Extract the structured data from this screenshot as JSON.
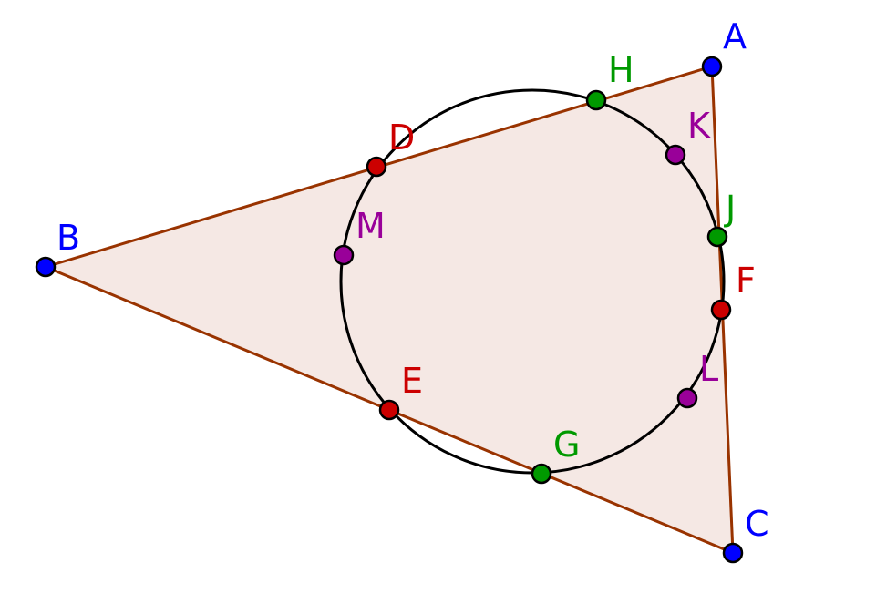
{
  "colors": {
    "vertex": "#0000ff",
    "tangent_point": "#cc0000",
    "intersection_point": "#009900",
    "midpoint": "#990099",
    "triangle_edge": "#993300",
    "triangle_fill": "#f5e8e4",
    "circle": "#000000"
  },
  "figure": {
    "triangle": {
      "vertices": [
        {
          "id": "A",
          "label": "A",
          "role": "vertex"
        },
        {
          "id": "B",
          "label": "B",
          "role": "vertex"
        },
        {
          "id": "C",
          "label": "C",
          "role": "vertex"
        }
      ]
    },
    "circle_points": [
      {
        "id": "D",
        "label": "D",
        "role": "tangent_point"
      },
      {
        "id": "E",
        "label": "E",
        "role": "tangent_point"
      },
      {
        "id": "F",
        "label": "F",
        "role": "tangent_point"
      },
      {
        "id": "G",
        "label": "G",
        "role": "intersection_point"
      },
      {
        "id": "H",
        "label": "H",
        "role": "intersection_point"
      },
      {
        "id": "J",
        "label": "J",
        "role": "intersection_point"
      },
      {
        "id": "K",
        "label": "K",
        "role": "midpoint"
      },
      {
        "id": "L",
        "label": "L",
        "role": "midpoint"
      },
      {
        "id": "M",
        "label": "M",
        "role": "midpoint"
      }
    ]
  }
}
